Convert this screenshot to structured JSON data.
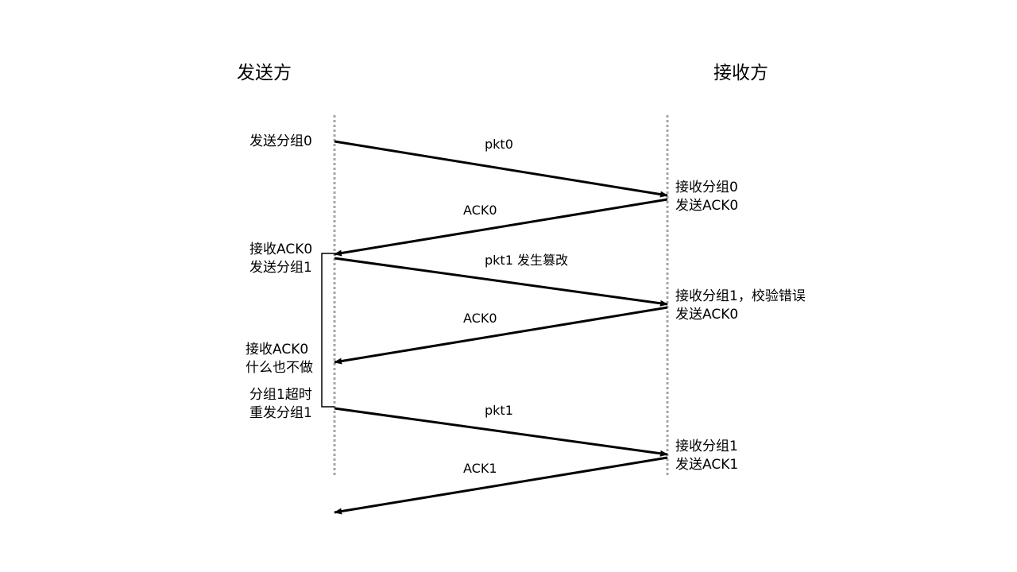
{
  "titles": {
    "sender": "发送方",
    "receiver": "接收方"
  },
  "sender_notes": [
    {
      "line1": "发送分组0",
      "line2": ""
    },
    {
      "line1": "接收ACK0",
      "line2": "发送分组1"
    },
    {
      "line1": "接收ACK0",
      "line2": "什么也不做"
    },
    {
      "line1": "分组1超时",
      "line2": "重发分组1"
    }
  ],
  "receiver_notes": [
    {
      "line1": "接收分组0",
      "line2": "发送ACK0"
    },
    {
      "line1": "接收分组1，校验错误",
      "line2": "发送ACK0"
    },
    {
      "line1": "接收分组1",
      "line2": "发送ACK1"
    }
  ],
  "messages": [
    {
      "label": "pkt0",
      "direction": "sender-to-receiver"
    },
    {
      "label": "ACK0",
      "direction": "receiver-to-sender"
    },
    {
      "label": "pkt1 发生篡改",
      "direction": "sender-to-receiver"
    },
    {
      "label": "ACK0",
      "direction": "receiver-to-sender"
    },
    {
      "label": "pkt1",
      "direction": "sender-to-receiver"
    },
    {
      "label": "ACK1",
      "direction": "receiver-to-sender"
    }
  ],
  "colors": {
    "arrow": "#000000",
    "lifeline": "#a6a6a6",
    "text": "#000000"
  }
}
